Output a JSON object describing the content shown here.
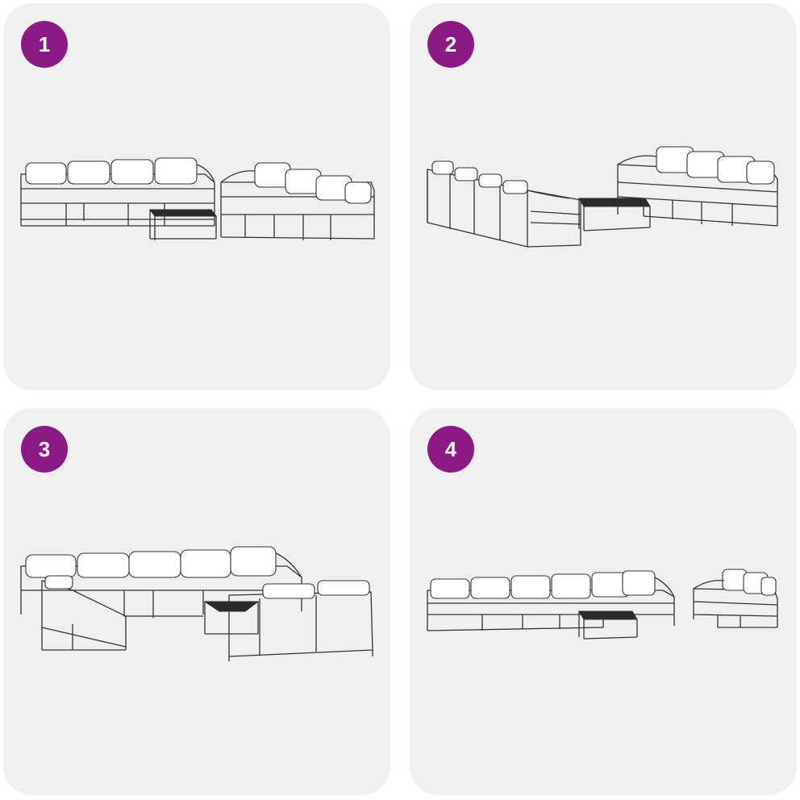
{
  "panels": [
    {
      "number": "1"
    },
    {
      "number": "2"
    },
    {
      "number": "3"
    },
    {
      "number": "4"
    }
  ],
  "colors": {
    "badge": "#8b1a85",
    "panel_background": "#f0f0f0",
    "line_art": "#333333"
  }
}
